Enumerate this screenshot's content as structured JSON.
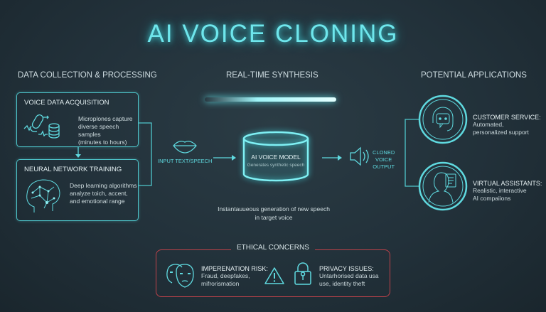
{
  "title": "AI VOICE CLONING",
  "sections": {
    "data": "DATA COLLECTION & PROCESSING",
    "synthesis": "REAL-TIME SYNTHESIS",
    "applications": "POTENTIAL APPLICATIONS"
  },
  "acquisition": {
    "heading": "VOICE DATA ACQUISITION",
    "text": [
      "Microplones capture",
      "diverse speech samples",
      "(minutes to hours)"
    ]
  },
  "training": {
    "heading": "NEURAL NETWORK TRAINING",
    "text": [
      "Deep learning algorithms",
      "analyze toich, accent,",
      "and emotional range"
    ]
  },
  "input_label": "INPUT TEXT/SPEECH",
  "model": {
    "title": "AI VOICE MODEL",
    "subtitle": "Generates synthetic speech"
  },
  "output_label": [
    "CLONED",
    "VOICE",
    "OUTPUT"
  ],
  "caption": [
    "Instantauueous generation of new speech",
    "in target voice"
  ],
  "applications": [
    {
      "heading": "CUSTOMER SERVICE:",
      "text": [
        "Automated,",
        "personalized support"
      ]
    },
    {
      "heading": "VIRTUAL ASSISTANTS:",
      "text": [
        "Realistic, interactive",
        "AI compaiions"
      ]
    }
  ],
  "ethics": {
    "title": "ETHICAL CONCERNS",
    "items": [
      {
        "heading": "IMPERENATION RISK:",
        "text": [
          "Fraud, deepfakes,",
          "mifrorismation"
        ]
      },
      {
        "heading": "PRIVACY ISSUES:",
        "text": [
          "Untarhorised data usa",
          "use, identity theft"
        ]
      }
    ]
  },
  "colors": {
    "accent": "#5fd9df",
    "warning": "#c0424a",
    "background": "#22313a"
  }
}
